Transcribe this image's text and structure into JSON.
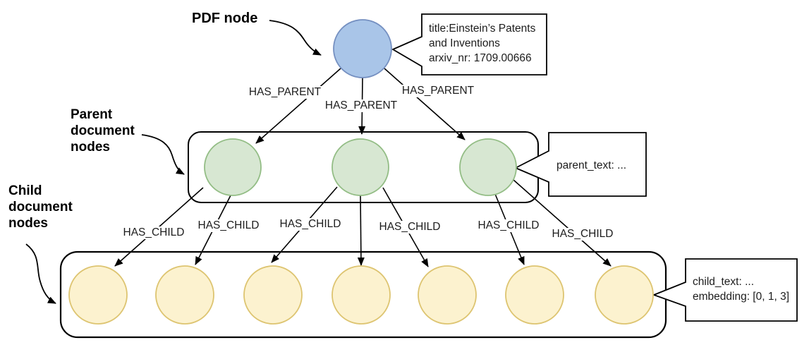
{
  "labels": {
    "pdf_node": "PDF node",
    "parent_nodes": "Parent\ndocument\nnodes",
    "child_nodes": "Child\ndocument\nnodes",
    "has_parent": "HAS_PARENT",
    "has_child": "HAS_CHILD"
  },
  "callouts": {
    "pdf_properties": "title:Einstein’s Patents\nand Inventions\narxiv_nr: 1709.00666",
    "parent_properties": "parent_text: ...",
    "child_properties": "child_text: ...\nembedding: [0, 1, 3]"
  },
  "colors": {
    "pdf_node_fill": "#a9c5e8",
    "pdf_node_stroke": "#7590c1",
    "parent_node_fill": "#d7e7d2",
    "parent_node_stroke": "#93bd85",
    "child_node_fill": "#fcf2cf",
    "child_node_stroke": "#ddc470",
    "line": "#000000"
  }
}
